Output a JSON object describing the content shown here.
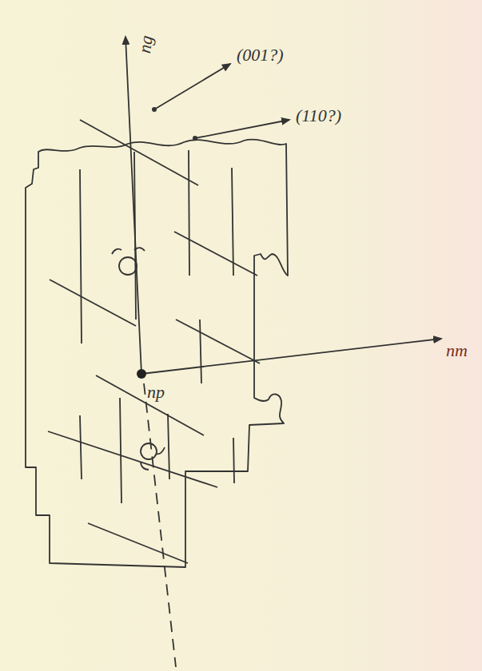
{
  "diagram": {
    "labels": [
      "ng",
      "(001?)",
      "(110?)",
      "nm",
      "np"
    ]
  }
}
